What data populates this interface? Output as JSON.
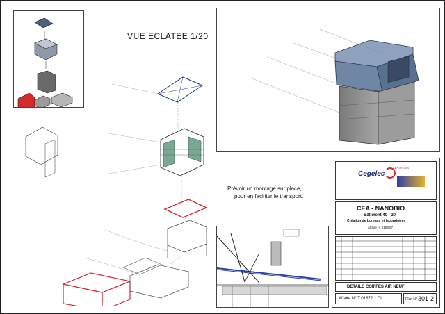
{
  "exploded_view": {
    "title": "VUE ECLATEE 1/20"
  },
  "montage_note": {
    "line1": "Prévoir un montage sur place,",
    "line2": "pour en faciliter le transport."
  },
  "title_block": {
    "logo_text": "Cegelec",
    "logo_tag": "CENTRE-EST",
    "project_title": "CEA - NANOBIO",
    "building": "Bâtiment 40 - 20",
    "description": "Création de bureaux et laboratoires",
    "affaire_ref": "Affaire n° 0103/07",
    "drawing_title": "DETAILS COIFFES AIR NEUF",
    "affaire_label": "Affaire N° T 01672.1.DI",
    "plan_label": "Plan N°",
    "plan_number": "301-2"
  },
  "colors": {
    "red_part": "#d62a2a",
    "hood_steel": "#6f86a4",
    "duct_grey": "#8c8c8c",
    "roof_blue": "#2d3fa8"
  }
}
